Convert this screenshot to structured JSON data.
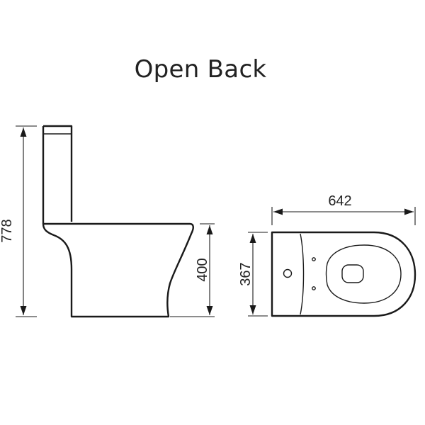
{
  "title": "Open Back",
  "dimensions": {
    "overall_height": "778",
    "seat_height": "400",
    "width": "367",
    "projection": "642"
  }
}
